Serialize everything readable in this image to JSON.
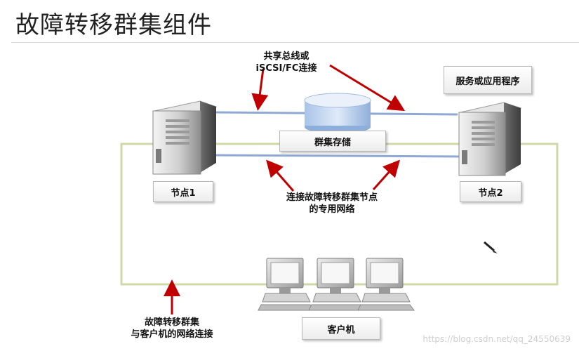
{
  "slide": {
    "title": "故障转移群集组件",
    "watermark": "https://blog.csdn.net/qq_24550639"
  },
  "diagram": {
    "bus_label_line1": "共享总线或",
    "bus_label_line2": "iSCSI/FC连接",
    "storage_label": "群集存储",
    "service_label": "服务或应用程序",
    "node1_label": "节点1",
    "node2_label": "节点2",
    "private_net_line1": "连接故障转移群集节点",
    "private_net_line2": "的专用网络",
    "client_net_line1": "故障转移群集",
    "client_net_line2": "与客户机的网络连接",
    "clients_label": "客户机"
  },
  "colors": {
    "arrow": "#c00000",
    "cable": "#8fa9d4",
    "client_network": "#cfd8a6"
  }
}
